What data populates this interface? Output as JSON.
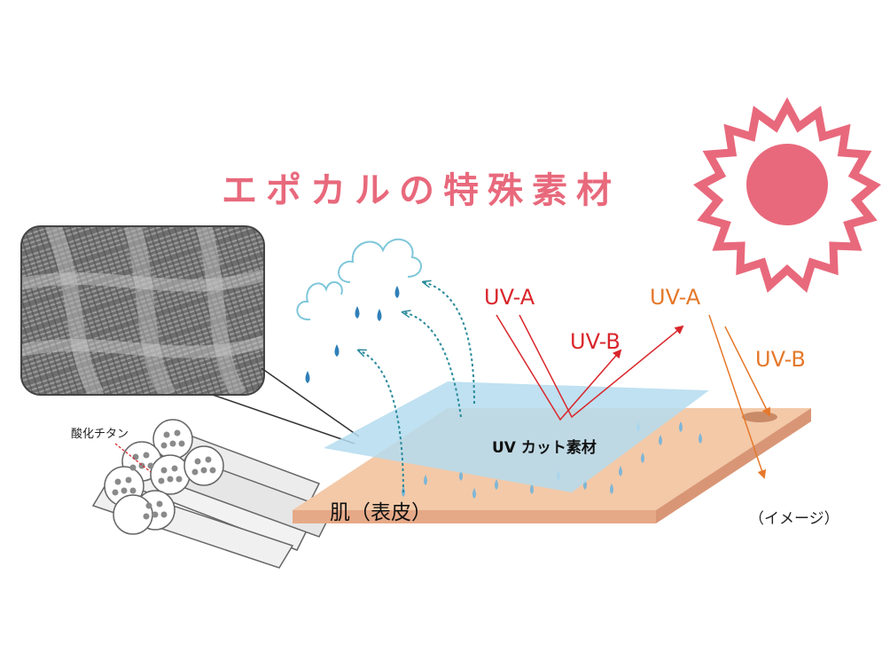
{
  "title": "エポカルの特殊素材",
  "label_titanium": "酸化チタン",
  "label_skin": "肌（表皮）",
  "label_uvcut": "UV カット素材",
  "label_image_note": "（イメージ）",
  "rays_left": {
    "uva": "UV-A",
    "uvb": "UV-B"
  },
  "rays_right": {
    "uva": "UV-A",
    "uvb": "UV-B"
  },
  "icons": [
    "sun-icon",
    "cloud-icon",
    "water-drop-icon",
    "fiber-micrograph",
    "fiber-bundle"
  ],
  "colors": {
    "title": "#e8697c",
    "sun": "#e8697c",
    "uv_left": "#d9262b",
    "uv_right": "#e5782a",
    "vapor": "#2a8a9b",
    "skin": "#f3c9a8",
    "film": "#b4dcef"
  }
}
